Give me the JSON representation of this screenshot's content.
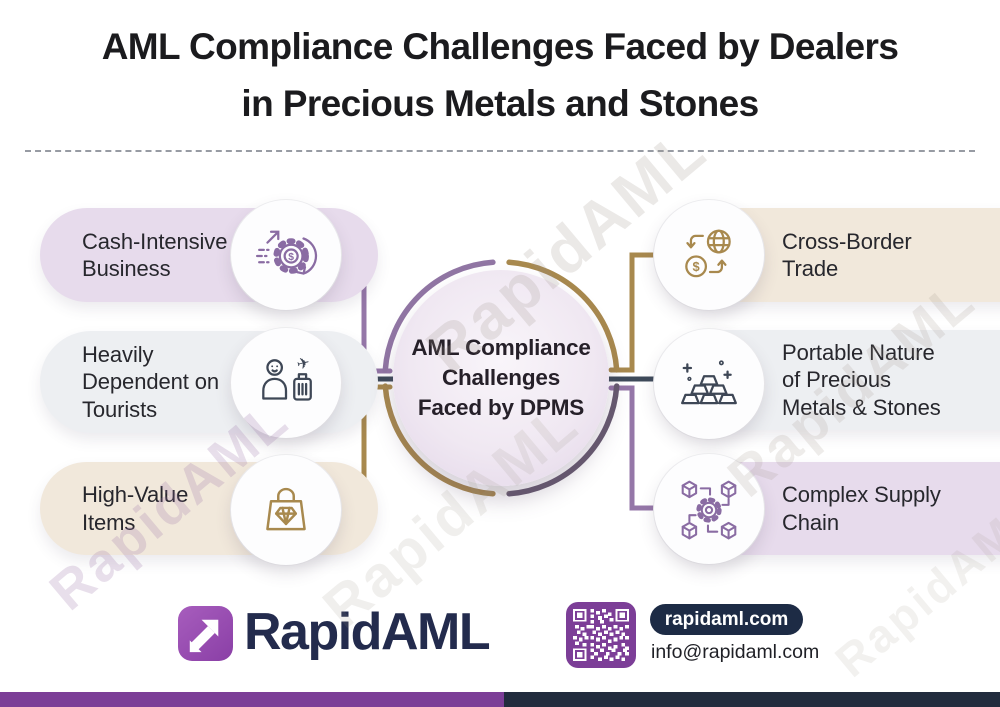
{
  "title": {
    "line1": "AML Compliance Challenges Faced by Dealers",
    "line2": "in Precious Metals and Stones"
  },
  "center_node": {
    "line1": "AML Compliance",
    "line2": "Challenges",
    "line3": "Faced by DPMS"
  },
  "left_items": [
    {
      "label": "Cash-Intensive Business",
      "icon": "cash-flow-gear-icon",
      "theme": "lavender"
    },
    {
      "label": "Heavily Dependent on Tourists",
      "icon": "tourist-traveler-icon",
      "theme": "gray"
    },
    {
      "label": "High-Value Items",
      "icon": "shopping-bag-diamond-icon",
      "theme": "beige"
    }
  ],
  "right_items": [
    {
      "label": "Cross-Border Trade",
      "icon": "globe-currency-exchange-icon",
      "theme": "beige"
    },
    {
      "label": "Portable Nature of Precious Metals & Stones",
      "icon": "gold-bars-icon",
      "theme": "gray"
    },
    {
      "label": "Complex Supply Chain",
      "icon": "supply-chain-network-icon",
      "theme": "lavender"
    }
  ],
  "watermark": {
    "text": "RapidAML"
  },
  "footer": {
    "brand": "RapidAML",
    "website": "rapidaml.com",
    "email": "info@rapidaml.com",
    "logo_icon": "arrow-logo-icon",
    "qr_icon": "qr-code-icon"
  },
  "glyphs": {
    "dollar": "$",
    "plane": "✈"
  },
  "colors": {
    "purple_connector": "#9577a8",
    "gold_connector": "#a8894e",
    "slate_connector": "#3e4a5a",
    "dark_plum_arc": "#675a70",
    "lavender_pill": "#e7dbec",
    "gray_pill": "#edeff2",
    "beige_pill": "#f1e8db",
    "brand_purple": "#8a3fa6",
    "brand_navy": "#232b4d",
    "footer_bar_purple": "#7c3e97",
    "footer_bar_navy": "#222c3e"
  }
}
